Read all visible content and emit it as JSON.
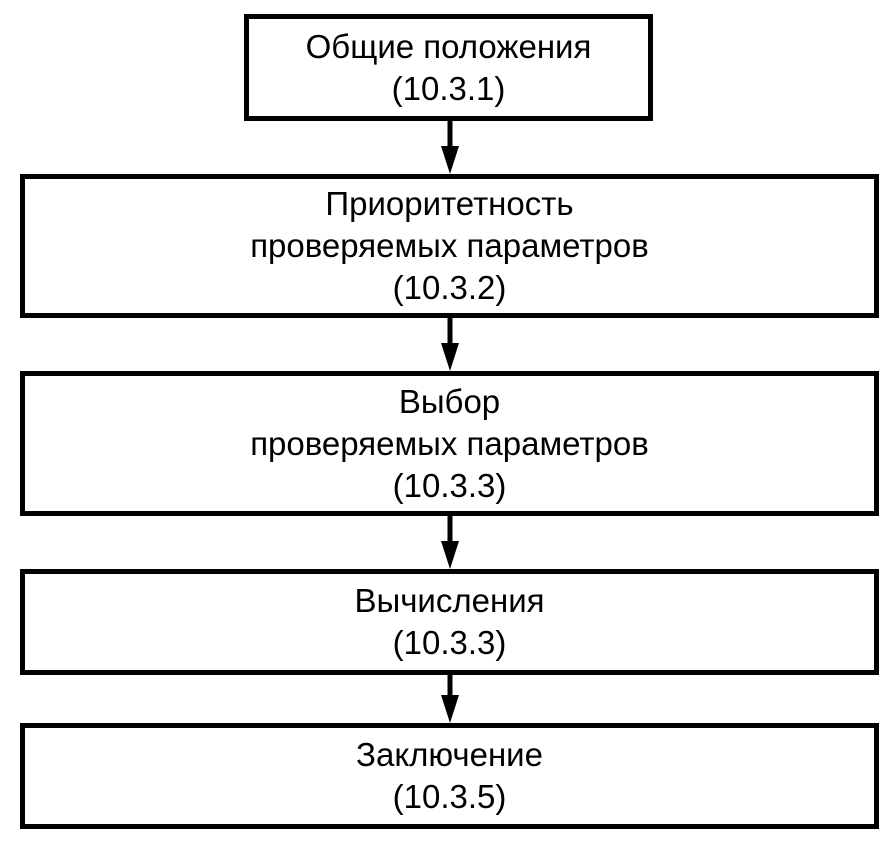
{
  "flowchart": {
    "steps": [
      {
        "title": [
          "Общие положения"
        ],
        "ref": "(10.3.1)"
      },
      {
        "title": [
          "Приоритетность",
          "проверяемых параметров"
        ],
        "ref": "(10.3.2)"
      },
      {
        "title": [
          "Выбор",
          "проверяемых параметров"
        ],
        "ref": "(10.3.3)"
      },
      {
        "title": [
          "Вычисления"
        ],
        "ref": "(10.3.3)"
      },
      {
        "title": [
          "Заключение"
        ],
        "ref": "(10.3.5)"
      }
    ],
    "colors": {
      "stroke": "#000000",
      "background": "#ffffff",
      "text": "#000000"
    }
  }
}
